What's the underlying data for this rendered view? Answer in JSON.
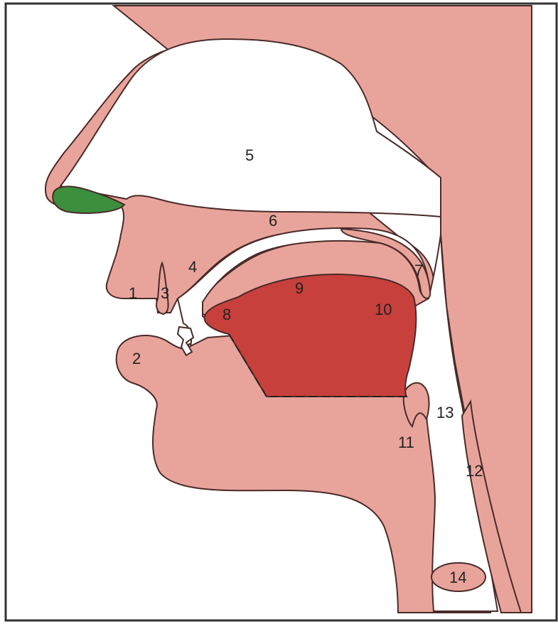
{
  "colors": {
    "tissue": "#e8a49b",
    "tongue": "#c8403c",
    "nose_tip": "#3c8f3c",
    "outline": "#4a2a28",
    "background": "#ffffff",
    "frame": "#333333"
  },
  "labels": {
    "upper_lip": "1",
    "lower_lip": "2",
    "upper_teeth": "3",
    "alveolar_ridge": "4",
    "nasal_cavity": "5",
    "hard_palate": "6",
    "soft_palate": "7",
    "tongue_tip": "8",
    "tongue_front": "9",
    "tongue_back": "10",
    "epiglottis": "11",
    "spine_column": "12",
    "pharynx": "13",
    "larynx": "14"
  }
}
